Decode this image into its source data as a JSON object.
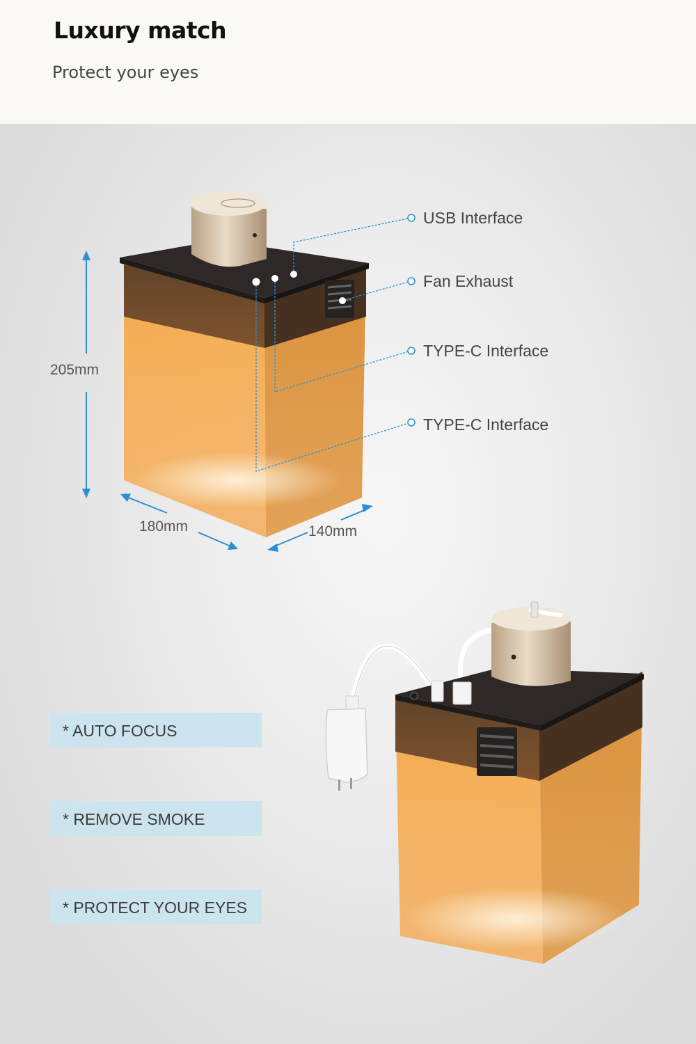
{
  "header": {
    "title": "Luxury match",
    "subtitle": "Protect your eyes"
  },
  "callouts": [
    {
      "label": "USB Interface"
    },
    {
      "label": "Fan Exhaust"
    },
    {
      "label": "TYPE-C Interface"
    },
    {
      "label": "TYPE-C Interface"
    }
  ],
  "dimensions": {
    "height": "205mm",
    "width": "180mm",
    "depth": "140mm"
  },
  "features": [
    {
      "label": "* AUTO FOCUS"
    },
    {
      "label": "* REMOVE SMOKE"
    },
    {
      "label": "* PROTECT YOUR EYES"
    }
  ],
  "colors": {
    "accent": "#2a8fd6",
    "body": "#f0a040",
    "cap": "#2e2926",
    "feature_bg": "#cce4ee"
  }
}
